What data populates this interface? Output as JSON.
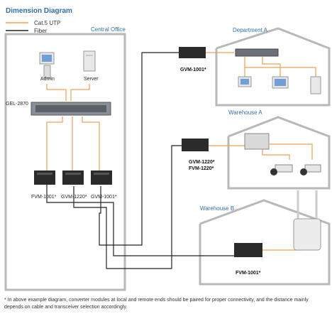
{
  "title": "Dimension Diagram",
  "legend": {
    "utp_label": "Cat.5 UTP",
    "fiber_label": "Fiber",
    "utp_color": "#f0a050",
    "fiber_color": "#222222"
  },
  "zones": {
    "central_office": "Central Office",
    "department_a": "Department A",
    "warehouse_a": "Warehouse A",
    "warehouse_b": "Warehouse B"
  },
  "devices": {
    "admin": "Admin",
    "server": "Server",
    "switch": "GEL-2870",
    "local_fvm": "FVM-1001*",
    "local_gvm1220": "GVM-1220*",
    "local_gvm1001": "GVM-1001*",
    "dept_a_conv": "GVM-1001*",
    "wh_a_conv_1": "GVM-1220*",
    "wh_a_conv_2": "FVM-1220*",
    "wh_b_conv": "FVM-1001*"
  },
  "footnote": "* In above example diagram, converter modules at local and remote ends should be paired for proper connectivity, and the distance mainly depends on cable and transceiver selection accordingly.",
  "colors": {
    "zone_outline": "#b8b8b8",
    "accent": "#2f6fa6"
  }
}
